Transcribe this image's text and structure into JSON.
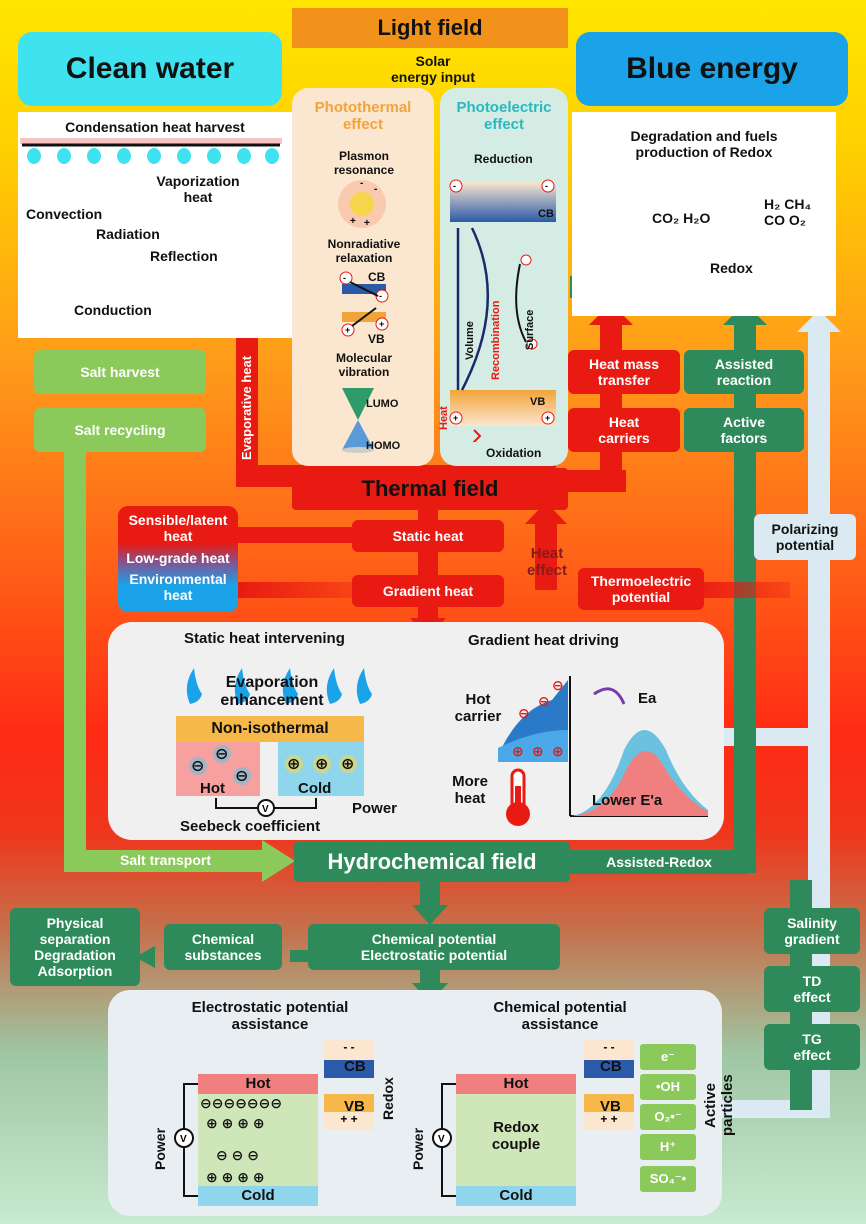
{
  "light_field": {
    "title": "Light field",
    "solar": "Solar\nenergy input"
  },
  "clean_water": {
    "title": "Clean water",
    "condensation": "Condensation heat harvest",
    "vaporization": "Vaporization\nheat",
    "vapor": "Vapor",
    "convection": "Convection",
    "radiation": "Radiation",
    "reflection": "Reflection",
    "conduction": "Conduction",
    "evaporative_heat": "Evaporative heat"
  },
  "blue_energy": {
    "title": "Blue energy",
    "degradation": "Degradation and fuels\nproduction of Redox",
    "co2_h2o": "CO₂ H₂O",
    "h2_ch4": "H₂ CH₄\nCO O₂",
    "redox": "Redox",
    "species": "•OH O₂•⁻ H⁺ e⁻",
    "h2o_co2": "H₂O CO₂"
  },
  "photothermal": {
    "title": "Photothermal\neffect",
    "plasmon": "Plasmon\nresonance",
    "nonradiative": "Nonradiative\nrelaxation",
    "cb": "CB",
    "vb": "VB",
    "molecular": "Molecular\nvibration",
    "lumo": "LUMO",
    "homo": "HOMO"
  },
  "photoelectric": {
    "title": "Photoelectric\neffect",
    "reduction": "Reduction",
    "cb": "CB",
    "volume": "Volume",
    "recombination": "Recombination",
    "surface": "Surface",
    "heat": "Heat",
    "vb": "VB",
    "oxidation": "Oxidation"
  },
  "side_boxes": {
    "salt_harvest": "Salt harvest",
    "salt_recycling": "Salt recycling",
    "heat_mass": "Heat mass\ntransfer",
    "heat_carriers": "Heat\ncarriers",
    "assisted_reaction": "Assisted\nreaction",
    "active_factors": "Active\nfactors",
    "polarizing": "Polarizing\npotential"
  },
  "thermal_field": {
    "title": "Thermal field",
    "sensible": "Sensible/latent\nheat",
    "low_grade": "Low-grade heat",
    "environmental": "Environmental\nheat",
    "static_heat": "Static heat",
    "gradient_heat": "Gradient heat",
    "heat_effect": "Heat\neffect",
    "thermoelectric": "Thermoelectric\npotential"
  },
  "heat_panel": {
    "static_title": "Static heat intervening",
    "gradient_title": "Gradient heat driving",
    "evaporation": "Evaporation\nenhancement",
    "non_isothermal": "Non-isothermal",
    "hot": "Hot",
    "cold": "Cold",
    "power": "Power",
    "seebeck": "Seebeck coefficient",
    "hot_carrier": "Hot\ncarrier",
    "more_heat": "More\nheat",
    "ea": "Ea",
    "lower_ea": "Lower E'a"
  },
  "hydro_field": {
    "title": "Hydrochemical field",
    "salt_transport": "Salt transport",
    "assisted_redox": "Assisted-Redox",
    "physical": "Physical\nseparation\nDegradation\nAdsorption",
    "chemical_substances": "Chemical\nsubstances",
    "potentials": "Chemical potential\nElectrostatic potential",
    "salinity": "Salinity\ngradient",
    "td": "TD\neffect",
    "tg": "TG\neffect"
  },
  "bottom_panel": {
    "electrostatic_title": "Electrostatic potential\nassistance",
    "chemical_title": "Chemical potential\nassistance",
    "hot": "Hot",
    "cold": "Cold",
    "power": "Power",
    "redox": "Redox",
    "cb": "CB",
    "vb": "VB",
    "redox_couple": "Redox\ncouple",
    "active_particles": "Active\nparticles",
    "particles": [
      "e⁻",
      "•OH",
      "O₂•⁻",
      "H⁺",
      "SO₄⁻•"
    ]
  },
  "colors": {
    "red": "#e81a12",
    "dark_green": "#2e8a5a",
    "light_green": "#8bc95b",
    "cyan": "#3fe3f0",
    "blue": "#1aa3e8",
    "pale_blue": "#dbeaf2"
  }
}
